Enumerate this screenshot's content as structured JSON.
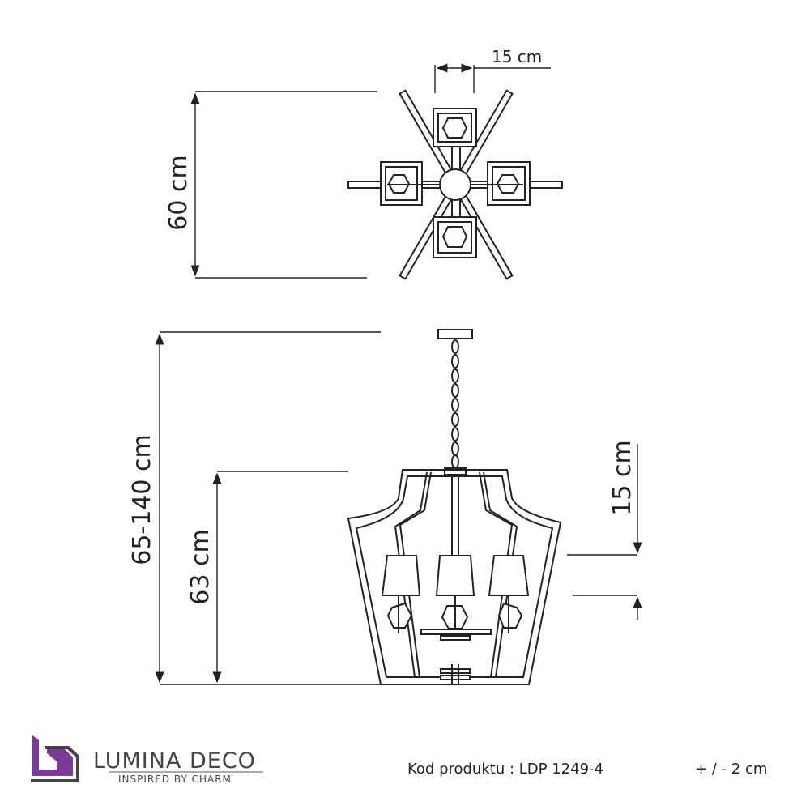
{
  "dimensions": {
    "arm_width": "15 cm",
    "top_diameter": "60 cm",
    "total_height": "65-140 cm",
    "body_height": "63 cm",
    "shade_offset": "15 cm"
  },
  "brand": {
    "name": "LUMINA DECO",
    "tagline": "INSPIRED BY CHARM",
    "logo_color": "#7a3a9a"
  },
  "footer": {
    "product_code": "Kod produktu : LDP 1249-4",
    "tolerance": "+ / - 2 cm"
  }
}
